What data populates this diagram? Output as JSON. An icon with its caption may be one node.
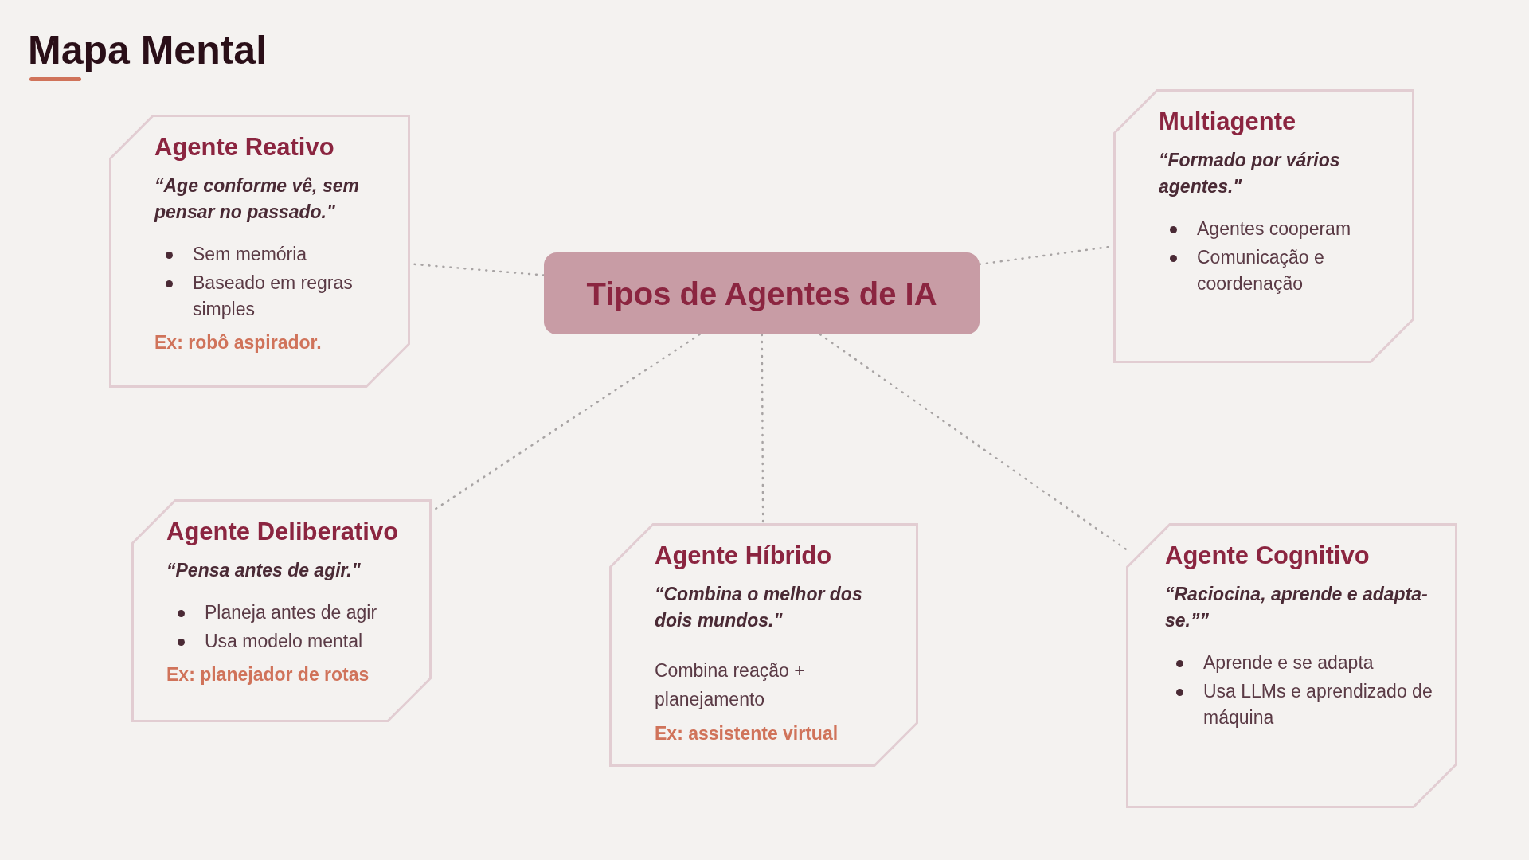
{
  "diagram": {
    "title": "Mapa Mental",
    "nodes": [
      {
        "text": [
          "Tipos de Agentes de IA"
        ]
      },
      {
        "text": [
          "Agente Reativo",
          "“Age conforme vê, sem pensar no passado.\"",
          "Sem memória",
          "Baseado em regras simples",
          "Ex: robô aspirador."
        ]
      },
      {
        "text": [
          "Multiagente",
          "“Formado por vários agentes.\"",
          "Agentes cooperam",
          "Comunicação e coordenação"
        ]
      },
      {
        "text": [
          "Agente Deliberativo",
          "“Pensa antes de agir.\"",
          "Planeja antes de agir",
          "Usa modelo mental",
          "Ex: planejador de rotas"
        ]
      },
      {
        "text": [
          "Agente Híbrido",
          "“Combina o melhor dos dois mundos.\"",
          "Combina reação + planejamento",
          "Ex: assistente virtual"
        ]
      },
      {
        "text": [
          "Agente Cognitivo",
          "“Raciocina, aprende e adapta-se.””",
          "Aprende e se adapta",
          "Usa LLMs e aprendizado de máquina"
        ]
      }
    ],
    "edges": [
      {
        "from": 0,
        "to": 1,
        "arrow": "none",
        "style": "dashed"
      },
      {
        "from": 0,
        "to": 2,
        "arrow": "none",
        "style": "dashed"
      },
      {
        "from": 0,
        "to": 3,
        "arrow": "none",
        "style": "dashed"
      },
      {
        "from": 0,
        "to": 4,
        "arrow": "none",
        "style": "dashed"
      },
      {
        "from": 0,
        "to": 5,
        "arrow": "none",
        "style": "dashed"
      }
    ]
  }
}
